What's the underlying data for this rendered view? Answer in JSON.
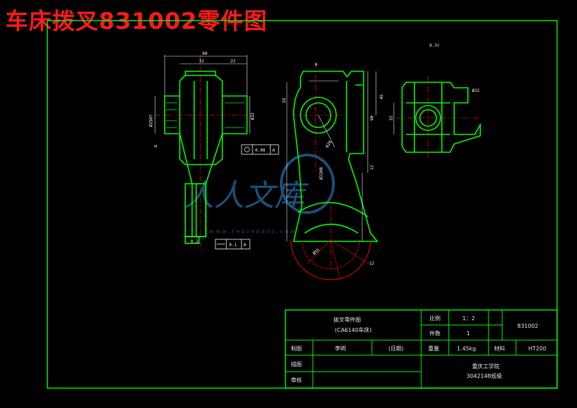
{
  "drawing": {
    "title": "车床拨叉831002零件图",
    "colors": {
      "frame": "#00ff00",
      "part": "#00ff00",
      "centerline": "#ff0000",
      "dimension": "#ffffff",
      "title_overlay": "#ff1a1a",
      "watermark": "#1f5f8f"
    }
  },
  "watermark": {
    "logo_text": "人人文库",
    "url_text": "w w w . r e n r e n d o c . c o m"
  },
  "dimensions": {
    "front_overall_width": "80",
    "front_top_a": "32",
    "front_top_b": "22",
    "front_bore": "Ø22H8",
    "front_left_label": "Ø25H7",
    "front_right_label": "Ø22",
    "front_bottom_label": "0.1",
    "section_mark": "A",
    "side_top_45": "45",
    "side_height_55": "55",
    "side_mid_90": "90",
    "side_bottom_12": "12",
    "side_r_label": "R28",
    "side_arc_label": "Ø55",
    "side_small_12": "12",
    "top_view_32": "32",
    "roughness_note": "6.3√",
    "tolerance_1_value": "0.08",
    "tolerance_1_datum": "A",
    "tolerance_2_value": "0.1",
    "tolerance_2_datum": "A"
  },
  "title_block": {
    "part_name": "拨叉零件图",
    "part_name_sub": "(CA6140车床)",
    "scale_label": "比例",
    "scale_value": "1：2",
    "drawing_number": "831002",
    "quantity_label": "件数",
    "quantity_value": "1",
    "drafter_label": "制图",
    "drafter_value": "李明",
    "date_value": "(日期)",
    "weight_label": "重量",
    "weight_value": "1.45kg",
    "material_label": "材料",
    "material_value": "HT200",
    "check_label": "描图",
    "review_label": "审核",
    "school": "重庆工学院",
    "class_label": "3042148班级"
  }
}
